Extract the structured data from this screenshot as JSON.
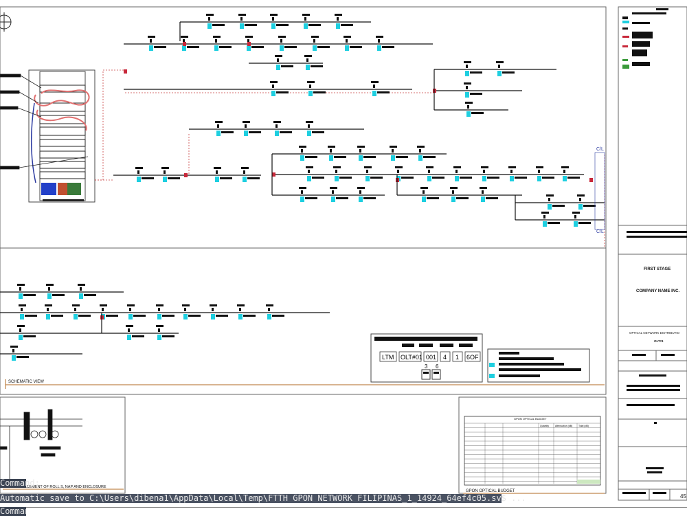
{
  "drawing": {
    "cable_labels": [
      "C/L",
      "C/L"
    ],
    "schematic_view": "SCHEMATIC VIEW",
    "detail_caption": "DETAIL PLACEMENT OF ROLL S, NAP AND ENCLOSURE",
    "legend_codes": [
      "LTM",
      "OLT#01",
      "001",
      "4",
      "1",
      "6OF"
    ],
    "legend_sub": [
      "3",
      "6"
    ],
    "budget_title": "GPON OPTICAL BUDGET",
    "budget_footer": "GPON OPTICAL BUDGET",
    "budget_col_headers": [
      "Quantity",
      "Attenuation (dB)",
      "Total (dB)"
    ]
  },
  "title_block": {
    "stage": "FIRST STAGE",
    "company": "COMPANY NAME INC.",
    "network": "OPTICAL NETWORK DISTRIBUTIO",
    "olt": "OLT#1",
    "sheet": "45"
  },
  "command_line": {
    "line1": "Command:",
    "line2": "Automatic save to C:\\Users\\dibena1\\AppData\\Local\\Temp\\FTTH GPON NETWORK FILIPINAS_1_14924_64ef4c05.sv$ ...",
    "line3": "Command:"
  },
  "colors": {
    "nap_marker": "#1ecfe0",
    "splitter_marker": "#c8283a",
    "rack_loop": "#e07070",
    "frame": "#555555"
  }
}
